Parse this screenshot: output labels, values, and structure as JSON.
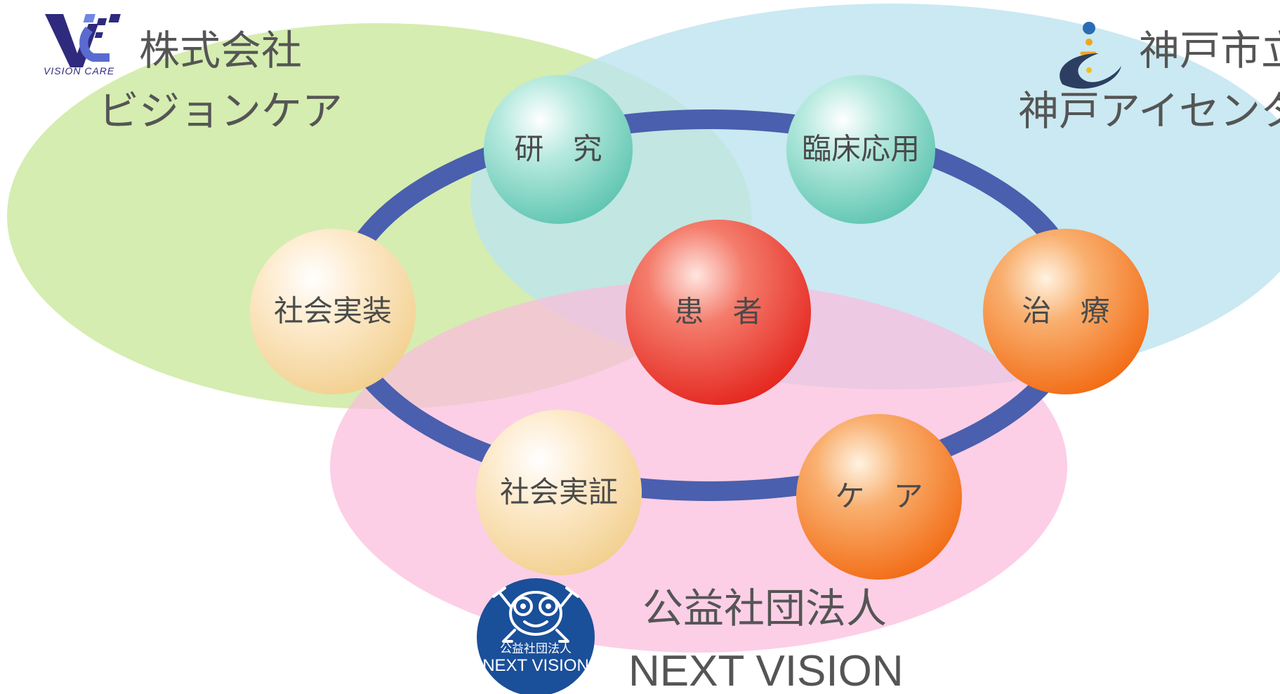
{
  "organizations": {
    "vision_care": {
      "name_line1": "株式会社",
      "name_line2": "ビジョンケア",
      "logo_text": "VISION CARE",
      "color": "#c9e89a"
    },
    "kobe_eye_center": {
      "name_line1": "神戸市立",
      "name_line2": "神戸アイセンター",
      "color": "#bde3ef"
    },
    "next_vision": {
      "name_line1": "公益社団法人",
      "name_line2": "NEXT VISION",
      "logo_text_line1": "公益社団法人",
      "logo_text_line2": "NEXT VISION",
      "color": "#fbbcdc"
    }
  },
  "cycle": {
    "center": {
      "label": "患 者"
    },
    "nodes": [
      {
        "key": "research",
        "label": "研 究"
      },
      {
        "key": "clinical",
        "label": "臨床応用"
      },
      {
        "key": "treatment",
        "label": "治 療"
      },
      {
        "key": "care",
        "label": "ケ ア"
      },
      {
        "key": "social_proof",
        "label": "社会実証"
      },
      {
        "key": "social_impl",
        "label": "社会実装"
      }
    ],
    "ring_color": "#4a5fae"
  },
  "icons": {
    "vision_care_logo": "vc-logo-icon",
    "kobe_eye_center_logo": "kobe-eye-logo-icon",
    "next_vision_logo": "next-vision-mascot-icon"
  }
}
